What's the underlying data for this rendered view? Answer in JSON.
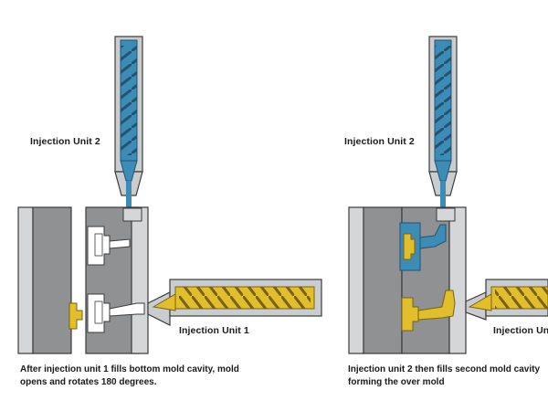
{
  "colors": {
    "background": "#ffffff",
    "mold_light": "#d4d6d8",
    "mold_dark": "#8f9193",
    "outline": "#3b3b3b",
    "unit_blue": "#3d8cb5",
    "blue_dark": "#23546f",
    "unit_yellow": "#e1be2c",
    "yellow_dark": "#7a6212",
    "barrel": "#c9cdd0"
  },
  "panel_left": {
    "label_unit2": "Injection Unit 2",
    "label_unit1": "Injection Unit 1",
    "caption": "After injection unit 1 fills bottom mold cavity, mold opens and rotates 180 degrees."
  },
  "panel_right": {
    "label_unit2": "Injection Unit 2",
    "label_unit1": "Injection Un",
    "caption": "Injection unit 2 then fills second mold cavity forming the over mold"
  }
}
